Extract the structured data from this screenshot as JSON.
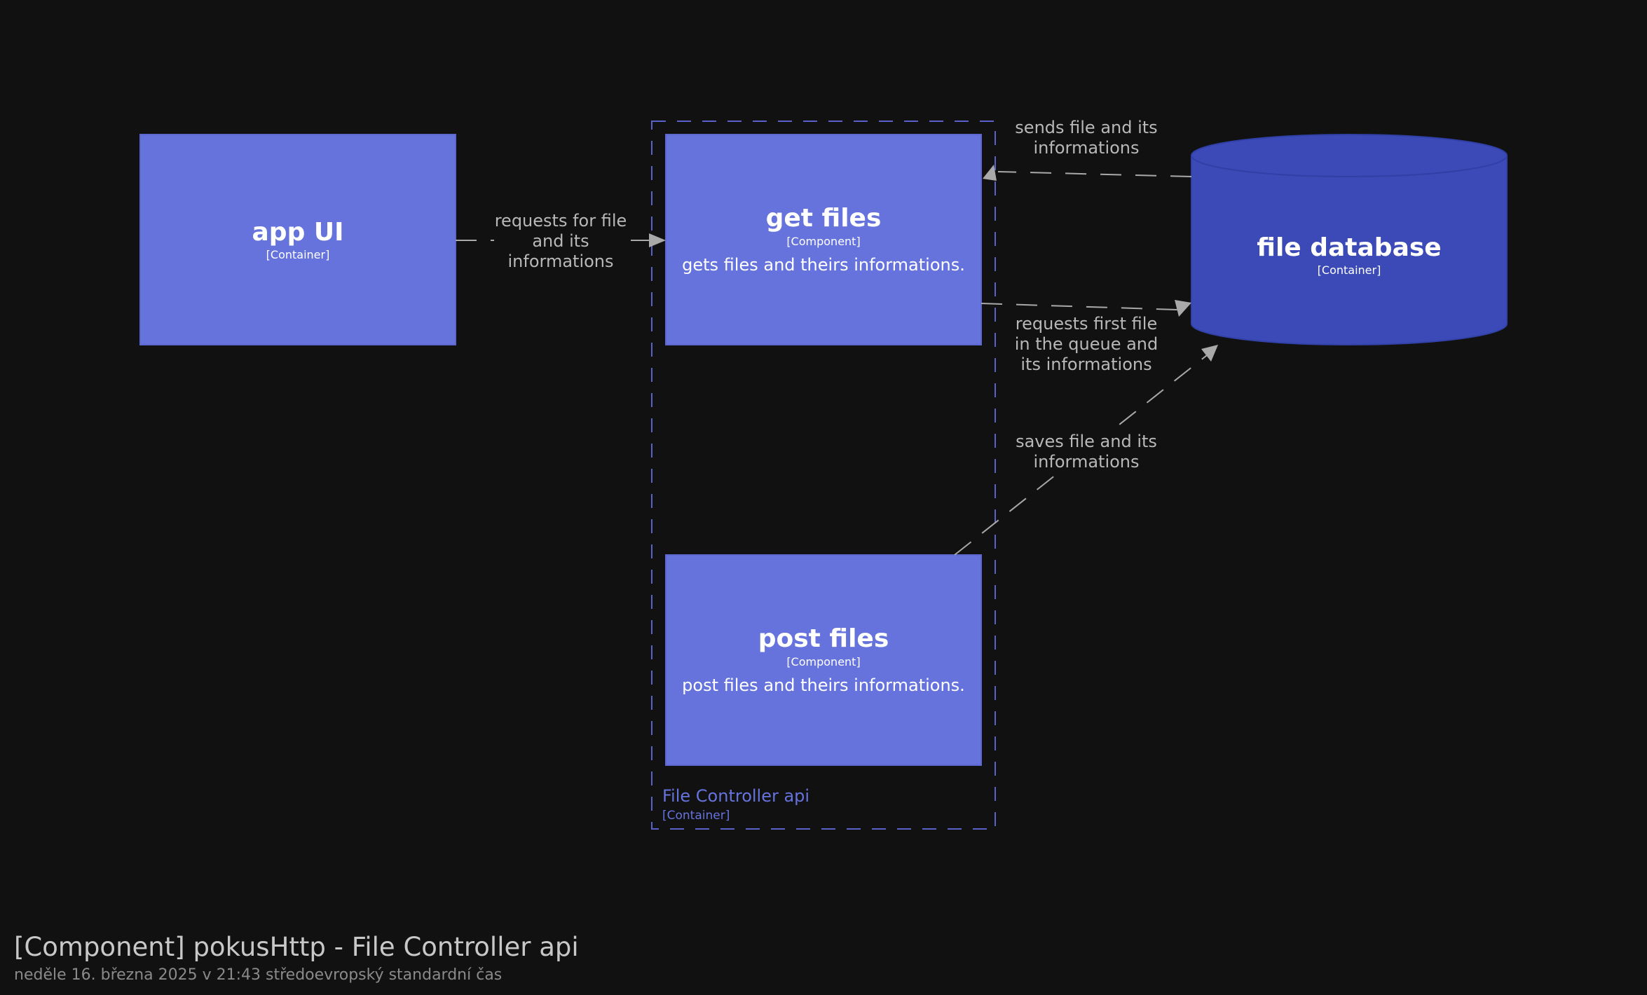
{
  "colors": {
    "background": "#111111",
    "component_fill": "#6673dd",
    "database_fill": "#3b4ab6",
    "boundary": "#5a62c9",
    "relationship": "#a9a9a9",
    "text": "#ffffff"
  },
  "elements": {
    "app_ui": {
      "name": "app UI",
      "type": "[Container]"
    },
    "get_files": {
      "name": "get files",
      "type": "[Component]",
      "description": "gets files and theirs informations."
    },
    "post_files": {
      "name": "post files",
      "type": "[Component]",
      "description": "post files and theirs informations."
    },
    "file_database": {
      "name": "file database",
      "type": "[Container]"
    }
  },
  "boundary": {
    "name": "File Controller api",
    "type": "[Container]"
  },
  "relationships": {
    "app_to_get": [
      "requests for file",
      "and its",
      "informations"
    ],
    "db_to_get": [
      "sends file and its",
      "informations"
    ],
    "get_to_db": [
      "requests first file",
      "in the queue and",
      "its informations"
    ],
    "post_to_db": [
      "saves file and its",
      "informations"
    ]
  },
  "footer": {
    "title": "[Component] pokusHttp - File Controller api",
    "date": "neděle 16. března 2025 v 21:43 středoevropský standardní čas"
  }
}
